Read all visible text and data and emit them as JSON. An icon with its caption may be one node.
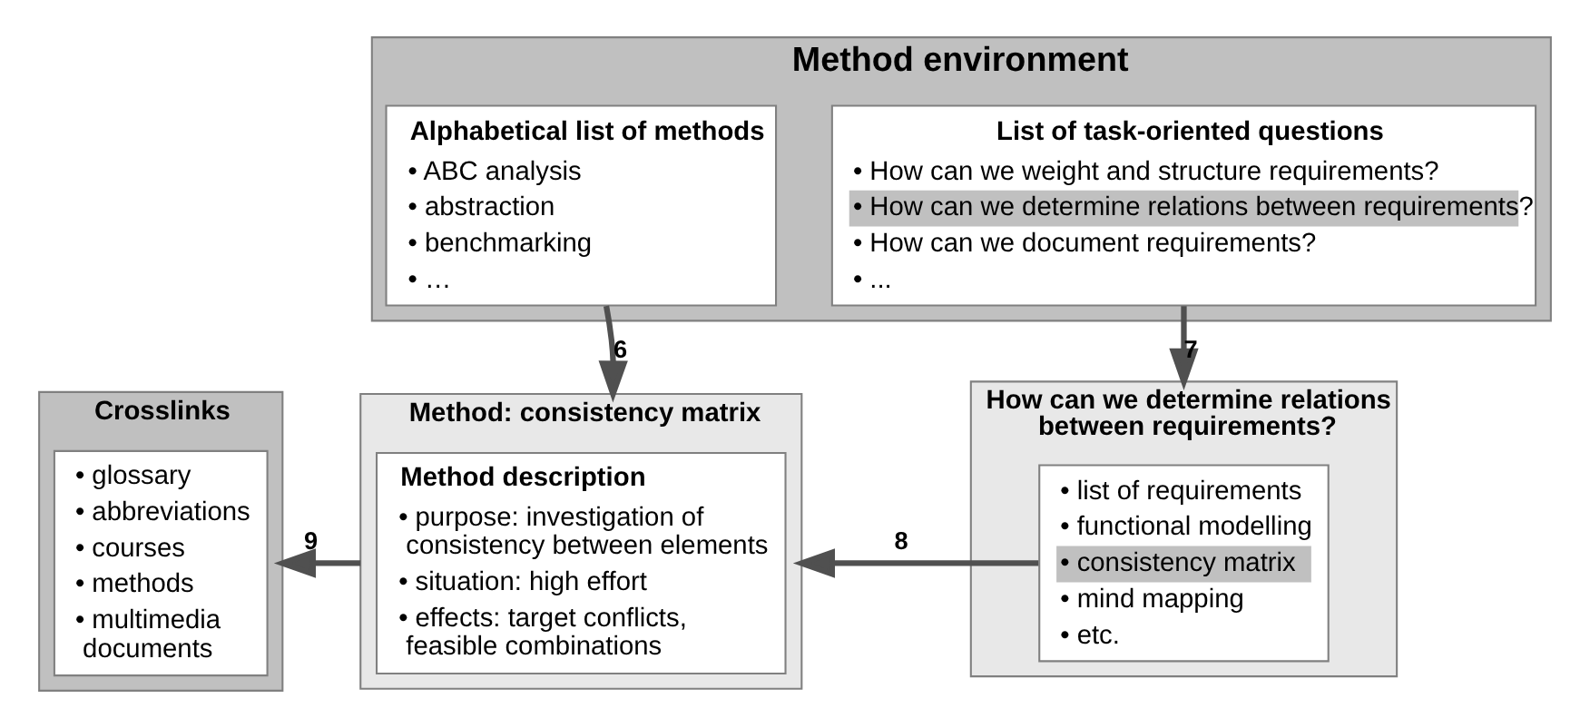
{
  "diagram": {
    "nodes": [
      {
        "text": [
          "Method environment"
        ]
      },
      {
        "text": [
          "Alphabetical list of methods",
          "• ABC analysis",
          "• abstraction",
          "• benchmarking",
          "• …"
        ],
        "in": 0
      },
      {
        "text": [
          "List of task-oriented questions",
          "• How can we weight and structure requirements?",
          "• How can we determine relations between requirements?",
          "• How can we document requirements?",
          "• ..."
        ],
        "in": 0
      },
      {
        "text": [
          "Crosslinks"
        ]
      },
      {
        "text": [
          "• glossary",
          "• abbreviations",
          "• courses",
          "• methods",
          "• multimedia documents"
        ],
        "in": 3
      },
      {
        "text": [
          "Method: consistency matrix"
        ]
      },
      {
        "text": [
          "Method description",
          "• purpose: investigation of consistency between elements",
          "• situation: high effort",
          "• effects: target conflicts, feasible combinations"
        ],
        "in": 5
      },
      {
        "text": [
          "How can we determine relations between requirements?"
        ]
      },
      {
        "text": [
          "• list of requirements",
          "• functional modelling",
          "• consistency matrix",
          "• mind mapping",
          "• etc."
        ],
        "in": 7
      }
    ],
    "edges": [
      {
        "from": 1,
        "to": 5,
        "arrow": "to",
        "label": "6"
      },
      {
        "from": 2,
        "to": 7,
        "arrow": "to",
        "label": "7"
      },
      {
        "from": 8,
        "to": 5,
        "arrow": "to",
        "label": "8"
      },
      {
        "from": 5,
        "to": 3,
        "arrow": "to",
        "label": "9"
      }
    ]
  }
}
